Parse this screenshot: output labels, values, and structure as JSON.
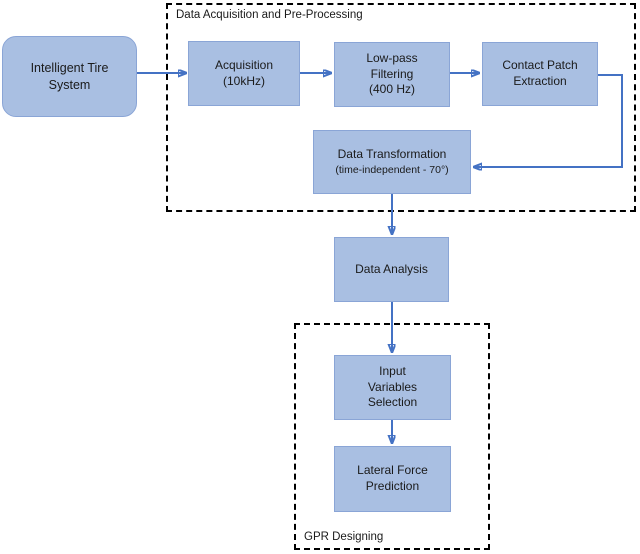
{
  "colors": {
    "node_fill": "#a9bfe2",
    "node_border": "#8aa5d6",
    "arrow": "#4472c4",
    "group_border": "#000000",
    "text": "#1a1a1a"
  },
  "diagram": {
    "groups": {
      "preprocessing": {
        "label": "Data Acquisition and Pre-Processing"
      },
      "gpr": {
        "label": "GPR Designing"
      }
    },
    "nodes": {
      "intelligent_tire_system": {
        "label": "Intelligent Tire\nSystem"
      },
      "acquisition": {
        "label": "Acquisition\n(10kHz)"
      },
      "low_pass_filtering": {
        "label": "Low-pass\nFiltering\n(400 Hz)"
      },
      "contact_patch_extraction": {
        "label": "Contact Patch\nExtraction"
      },
      "data_transformation": {
        "label": "Data Transformation",
        "sublabel": "(time-independent - 70°)"
      },
      "data_analysis": {
        "label": "Data Analysis"
      },
      "input_variables_selection": {
        "label": "Input\nVariables\nSelection"
      },
      "lateral_force_prediction": {
        "label": "Lateral Force\nPrediction"
      }
    }
  }
}
